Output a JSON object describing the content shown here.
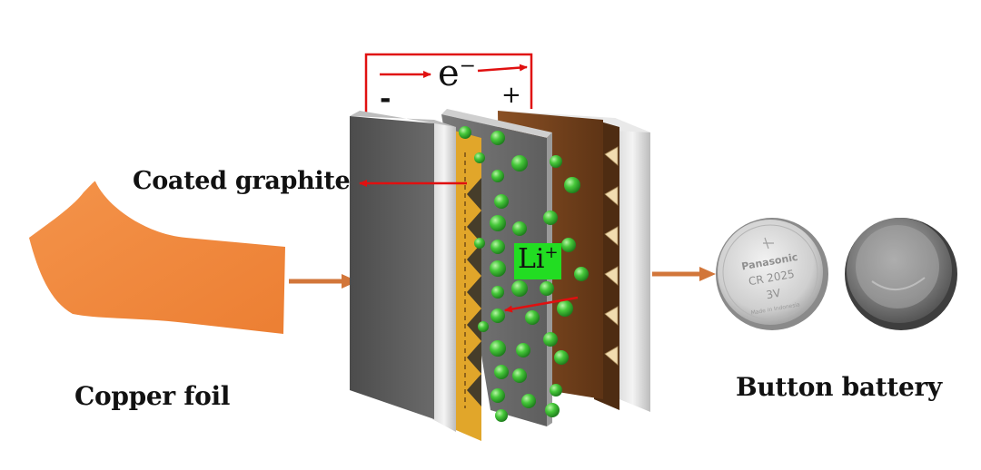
{
  "labels": {
    "coated_graphite": "Coated graphite",
    "copper_foil": "Copper foil",
    "button_battery": "Button battery",
    "electron": "e",
    "electron_charge": "−",
    "negative_terminal": "-",
    "positive_terminal": "+",
    "lithium_ion": "Li",
    "lithium_ion_charge": "+"
  },
  "coin_cell": {
    "brand": "Panasonic",
    "model": "CR 2025",
    "voltage": "3V",
    "origin": "Made in Indonesia"
  },
  "colors": {
    "copper_foil": "#f08a3c",
    "arrow_orange": "#d2763a",
    "circuit_red": "#e01010",
    "graphite_coating": "#e1a62a",
    "anode_plate": "#5a5a5a",
    "separator": "#6f6f6f",
    "cathode_brown": "#7a4520",
    "ion_green": "#3cc83c",
    "li_label_bg": "#22dd22"
  }
}
